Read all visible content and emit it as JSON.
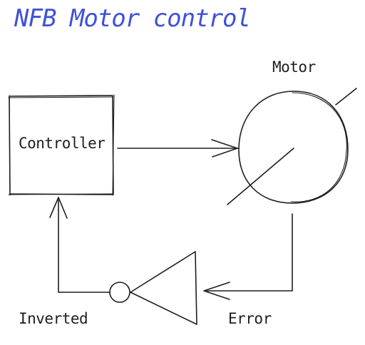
{
  "title": "NFB Motor control",
  "nodes": {
    "controller": "Controller",
    "motor": "Motor",
    "error": "Error",
    "inverted": "Inverted"
  },
  "colors": {
    "title": "#3f51d7",
    "stroke": "#1e1e1e",
    "background": "#ffffff"
  }
}
